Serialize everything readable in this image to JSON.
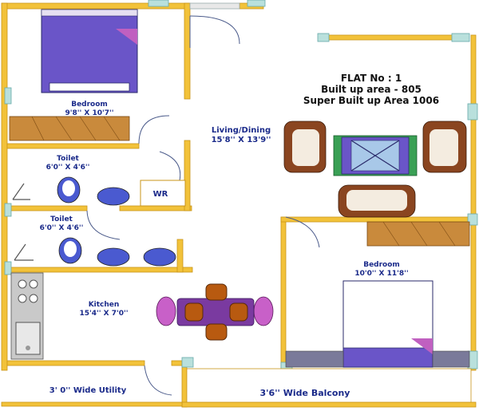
{
  "flat": {
    "number": "FLAT No : 1",
    "built_up": "Built up area - 805",
    "super_built_up": "Super Built up Area 1006"
  },
  "rooms": {
    "bedroom1": {
      "name": "Bedroom",
      "size": "9'8'' X 10'7''"
    },
    "toilet1": {
      "name": "Toilet",
      "size": "6'0'' X 4'6''"
    },
    "toilet2": {
      "name": "Toilet",
      "size": "6'0'' X 4'6''"
    },
    "wr": {
      "name": "WR"
    },
    "kitchen": {
      "name": "Kitchen",
      "size": "15'4'' X 7'0''"
    },
    "utility": {
      "name": "3' 0'' Wide Utility"
    },
    "living": {
      "name": "Living/Dining",
      "size": "15'8'' X 13'9''"
    },
    "bedroom2": {
      "name": "Bedroom",
      "size": "10'0'' X 11'8''"
    },
    "balcony": {
      "name": "3'6'' Wide Balcony"
    }
  },
  "colors": {
    "wall": "#f2c23a",
    "wall_edge": "#c8941a",
    "bed": "#6a55c8",
    "wardrobe": "#c98a3c",
    "sofa": "#8a4520",
    "rug": "#3aa055",
    "label": "#1a2a8a"
  }
}
